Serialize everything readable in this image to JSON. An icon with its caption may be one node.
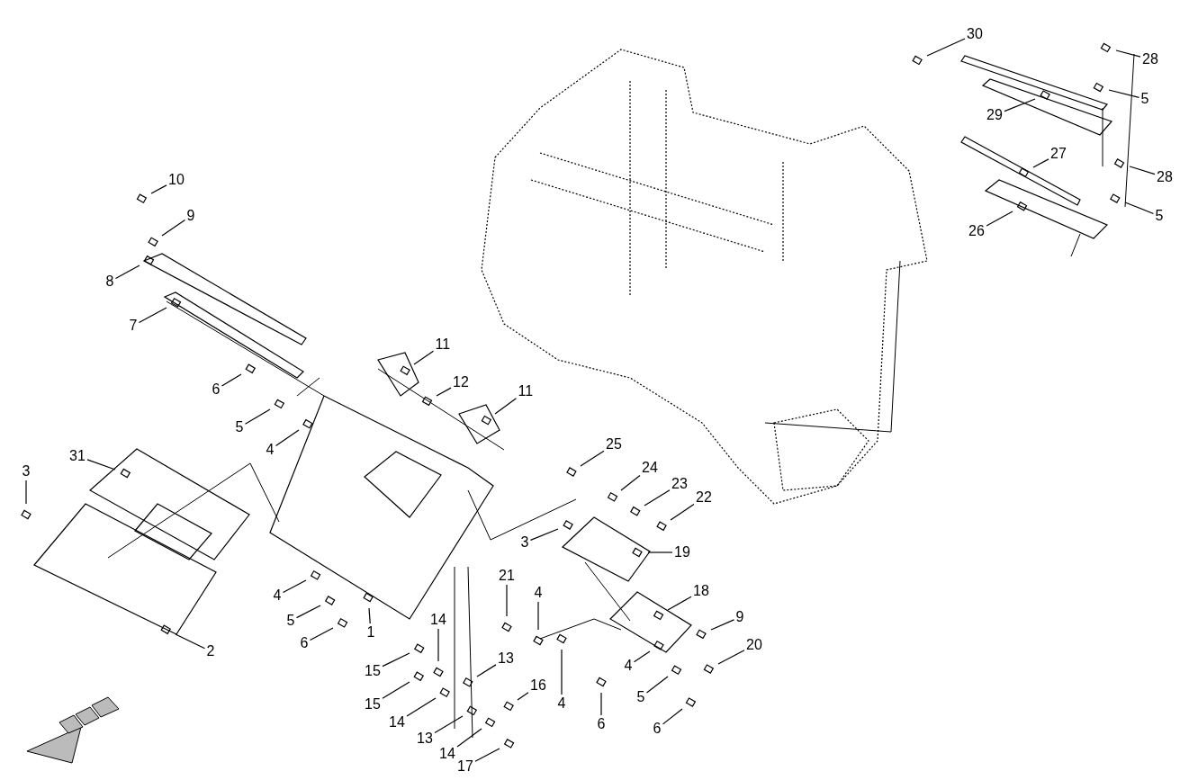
{
  "diagram": {
    "nodes": [
      {
        "text": [
          "30"
        ]
      },
      {
        "text": [
          "28"
        ]
      },
      {
        "text": [
          "5"
        ]
      },
      {
        "text": [
          "29"
        ]
      },
      {
        "text": [
          "27"
        ]
      },
      {
        "text": [
          "28"
        ]
      },
      {
        "text": [
          "26"
        ]
      },
      {
        "text": [
          "5"
        ]
      },
      {
        "text": [
          "10"
        ]
      },
      {
        "text": [
          "9"
        ]
      },
      {
        "text": [
          "8"
        ]
      },
      {
        "text": [
          "7"
        ]
      },
      {
        "text": [
          "11"
        ]
      },
      {
        "text": [
          "12"
        ]
      },
      {
        "text": [
          "11"
        ]
      },
      {
        "text": [
          "6"
        ]
      },
      {
        "text": [
          "5"
        ]
      },
      {
        "text": [
          "4"
        ]
      },
      {
        "text": [
          "3"
        ]
      },
      {
        "text": [
          "31"
        ]
      },
      {
        "text": [
          "2"
        ]
      },
      {
        "text": [
          "4"
        ]
      },
      {
        "text": [
          "5"
        ]
      },
      {
        "text": [
          "6"
        ]
      },
      {
        "text": [
          "1"
        ]
      },
      {
        "text": [
          "25"
        ]
      },
      {
        "text": [
          "24"
        ]
      },
      {
        "text": [
          "23"
        ]
      },
      {
        "text": [
          "22"
        ]
      },
      {
        "text": [
          "3"
        ]
      },
      {
        "text": [
          "19"
        ]
      },
      {
        "text": [
          "18"
        ]
      },
      {
        "text": [
          "9"
        ]
      },
      {
        "text": [
          "20"
        ]
      },
      {
        "text": [
          "21"
        ]
      },
      {
        "text": [
          "4"
        ]
      },
      {
        "text": [
          "4"
        ]
      },
      {
        "text": [
          "4"
        ]
      },
      {
        "text": [
          "5"
        ]
      },
      {
        "text": [
          "6"
        ]
      },
      {
        "text": [
          "6"
        ]
      },
      {
        "text": [
          "14"
        ]
      },
      {
        "text": [
          "15"
        ]
      },
      {
        "text": [
          "13"
        ]
      },
      {
        "text": [
          "16"
        ]
      },
      {
        "text": [
          "15"
        ]
      },
      {
        "text": [
          "14"
        ]
      },
      {
        "text": [
          "13"
        ]
      },
      {
        "text": [
          "14"
        ]
      },
      {
        "text": [
          "17"
        ]
      }
    ],
    "edges": [
      {
        "from": 0,
        "to": null,
        "arrow": "none"
      },
      {
        "from": 1,
        "to": null,
        "arrow": "none"
      },
      {
        "from": 2,
        "to": null,
        "arrow": "none"
      },
      {
        "from": 3,
        "to": null,
        "arrow": "none"
      },
      {
        "from": 4,
        "to": null,
        "arrow": "none"
      },
      {
        "from": 5,
        "to": null,
        "arrow": "none"
      },
      {
        "from": 6,
        "to": null,
        "arrow": "none"
      },
      {
        "from": 7,
        "to": null,
        "arrow": "none"
      },
      {
        "from": 8,
        "to": null,
        "arrow": "none"
      },
      {
        "from": 9,
        "to": null,
        "arrow": "none"
      },
      {
        "from": 10,
        "to": null,
        "arrow": "none"
      },
      {
        "from": 11,
        "to": null,
        "arrow": "none"
      },
      {
        "from": 12,
        "to": null,
        "arrow": "none"
      },
      {
        "from": 13,
        "to": null,
        "arrow": "none"
      },
      {
        "from": 14,
        "to": null,
        "arrow": "none"
      },
      {
        "from": 15,
        "to": null,
        "arrow": "none"
      },
      {
        "from": 16,
        "to": null,
        "arrow": "none"
      },
      {
        "from": 17,
        "to": null,
        "arrow": "none"
      },
      {
        "from": 18,
        "to": null,
        "arrow": "none"
      },
      {
        "from": 19,
        "to": null,
        "arrow": "none"
      },
      {
        "from": 20,
        "to": null,
        "arrow": "none"
      },
      {
        "from": 21,
        "to": null,
        "arrow": "none"
      },
      {
        "from": 22,
        "to": null,
        "arrow": "none"
      },
      {
        "from": 23,
        "to": null,
        "arrow": "none"
      },
      {
        "from": 24,
        "to": null,
        "arrow": "none"
      },
      {
        "from": 25,
        "to": null,
        "arrow": "none"
      },
      {
        "from": 26,
        "to": null,
        "arrow": "none"
      },
      {
        "from": 27,
        "to": null,
        "arrow": "none"
      },
      {
        "from": 28,
        "to": null,
        "arrow": "none"
      },
      {
        "from": 29,
        "to": null,
        "arrow": "none"
      },
      {
        "from": 30,
        "to": null,
        "arrow": "none"
      },
      {
        "from": 31,
        "to": null,
        "arrow": "none"
      },
      {
        "from": 32,
        "to": null,
        "arrow": "none"
      },
      {
        "from": 33,
        "to": null,
        "arrow": "none"
      },
      {
        "from": 34,
        "to": null,
        "arrow": "none"
      },
      {
        "from": 35,
        "to": null,
        "arrow": "none"
      },
      {
        "from": 36,
        "to": null,
        "arrow": "none"
      },
      {
        "from": 37,
        "to": null,
        "arrow": "none"
      },
      {
        "from": 38,
        "to": null,
        "arrow": "none"
      },
      {
        "from": 39,
        "to": null,
        "arrow": "none"
      },
      {
        "from": 40,
        "to": null,
        "arrow": "none"
      },
      {
        "from": 41,
        "to": null,
        "arrow": "none"
      },
      {
        "from": 42,
        "to": null,
        "arrow": "none"
      },
      {
        "from": 43,
        "to": null,
        "arrow": "none"
      },
      {
        "from": 44,
        "to": null,
        "arrow": "none"
      },
      {
        "from": 45,
        "to": null,
        "arrow": "none"
      },
      {
        "from": 46,
        "to": null,
        "arrow": "none"
      },
      {
        "from": 47,
        "to": null,
        "arrow": "none"
      },
      {
        "from": 48,
        "to": null,
        "arrow": "none"
      },
      {
        "from": 49,
        "to": null,
        "arrow": "none"
      }
    ]
  }
}
